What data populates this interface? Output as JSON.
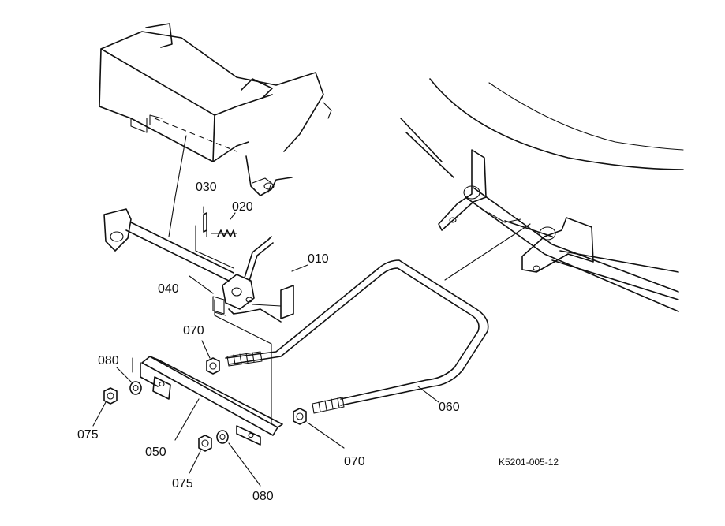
{
  "diagram": {
    "parts": {
      "p010": "010",
      "p020": "020",
      "p030": "030",
      "p040": "040",
      "p050": "050",
      "p060": "060",
      "p070_top": "070",
      "p070_bottom": "070",
      "p075_left": "075",
      "p075_right": "075",
      "p080_left": "080",
      "p080_right": "080"
    },
    "reference_code": "K5201-005-12"
  }
}
